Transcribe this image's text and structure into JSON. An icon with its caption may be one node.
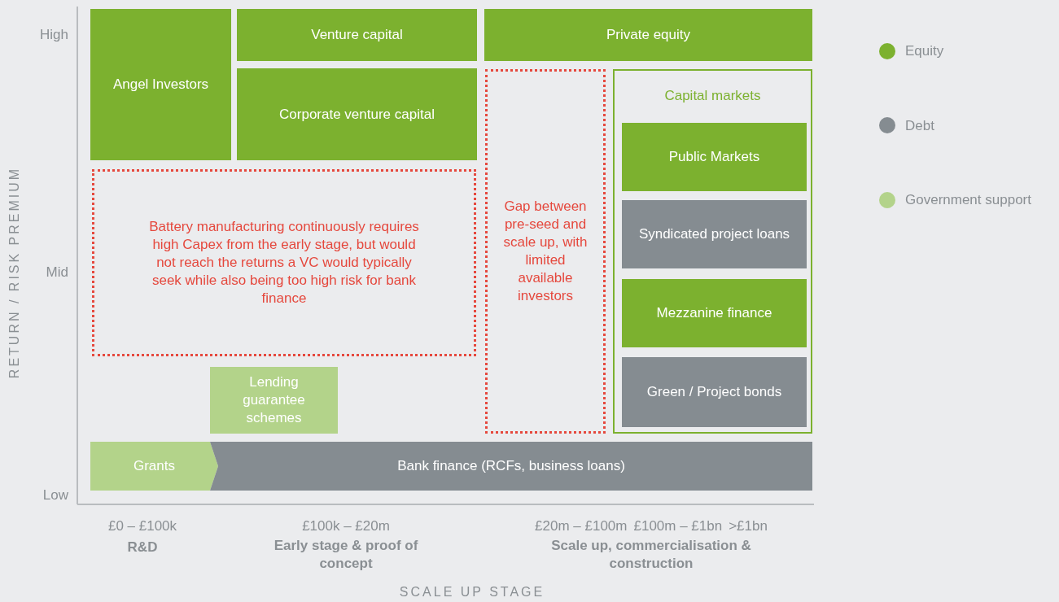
{
  "diagram": {
    "nodes": [
      {
        "text": [
          "Angel Investors"
        ]
      },
      {
        "text": [
          "Venture capital"
        ]
      },
      {
        "text": [
          "Private equity"
        ]
      },
      {
        "text": [
          "Corporate venture capital"
        ]
      },
      {
        "text": [
          "Capital markets"
        ]
      },
      {
        "text": [
          "Public Markets"
        ],
        "in": 4
      },
      {
        "text": [
          "Syndicated project loans"
        ],
        "in": 4
      },
      {
        "text": [
          "Mezzanine finance"
        ],
        "in": 4
      },
      {
        "text": [
          "Green / Project bonds"
        ],
        "in": 4
      },
      {
        "text": [
          "Battery manufacturing continuously requires high Capex from the early stage, but would not reach the returns a VC would typically seek while also being too high risk for bank finance"
        ]
      },
      {
        "text": [
          "Gap between pre-seed and scale up, with limited available investors"
        ]
      },
      {
        "text": [
          "Lending guarantee schemes"
        ]
      },
      {
        "text": [
          "Grants"
        ]
      },
      {
        "text": [
          "Bank finance (RCFs, business loans)"
        ]
      }
    ],
    "labels": [
      "High",
      "Mid",
      "Low",
      "RETURN / RISK PREMIUM",
      "£0 – £100k",
      "R&D",
      "£100k – £20m",
      "Early stage & proof of concept",
      "£20m – £100m",
      "£100m – £1bn",
      ">£1bn",
      "Scale up, commercialisation & construction",
      "SCALE UP STAGE"
    ],
    "legend": [
      {
        "text": "Equity",
        "color": "#7cb12f"
      },
      {
        "text": "Debt",
        "color": "#858c91"
      },
      {
        "text": "Government support",
        "color": "#b3d38a"
      }
    ]
  }
}
